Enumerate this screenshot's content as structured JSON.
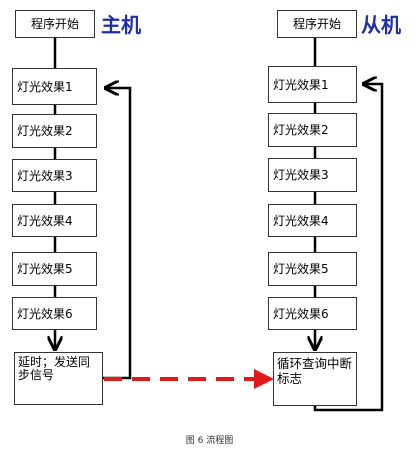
{
  "master": {
    "start": "程序开始",
    "title": "主机",
    "steps": [
      "灯光效果1",
      "灯光效果2",
      "灯光效果3",
      "灯光效果4",
      "灯光效果5",
      "灯光效果6"
    ],
    "final": "延时；发送同步信号"
  },
  "slave": {
    "start": "程序开始",
    "title": "从机",
    "steps": [
      "灯光效果1",
      "灯光效果2",
      "灯光效果3",
      "灯光效果4",
      "灯光效果5",
      "灯光效果6"
    ],
    "final": "循环查询中断标志"
  },
  "caption": "图 6  流程图",
  "colors": {
    "title": "#1f2fa8",
    "sync_arrow": "#e01b1b",
    "flow": "#000000"
  }
}
